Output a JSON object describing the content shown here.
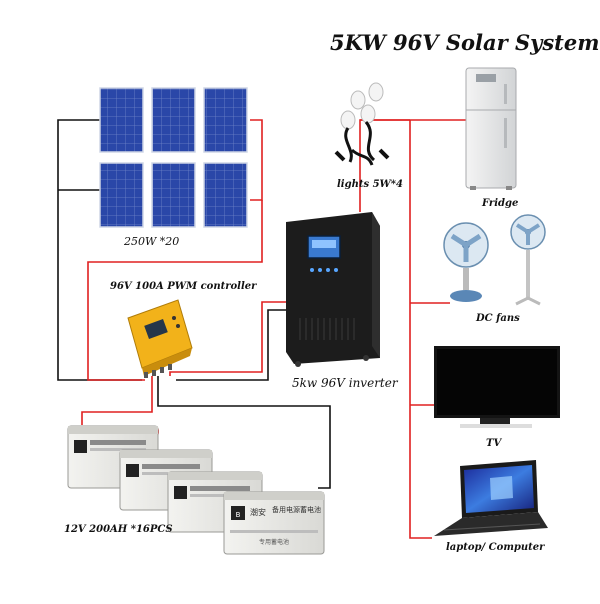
{
  "title": "5KW 96V Solar System",
  "labels": {
    "panels": "250W *20",
    "controller": "96V 100A PWM controller",
    "inverter": "5kw 96V inverter",
    "batteries": "12V 200AH *16PCS",
    "lights": "lights 5W*4",
    "fridge": "Fridge",
    "fans": "DC fans",
    "tv": "TV",
    "laptop": "laptop/ Computer"
  },
  "battery_text": {
    "brand": "潮安",
    "line1": "备用电源蓄电池",
    "line2": "专用蓄电池"
  },
  "colors": {
    "positive_wire": "#e02020",
    "negative_wire": "#111111",
    "panel_blue": "#2a47a8",
    "controller_yellow": "#f2b21a",
    "inverter_body": "#1c1c1c",
    "inverter_screen": "#3a7ad0",
    "battery_body": "#e9e9e6",
    "tv_frame": "#141414"
  },
  "icons": [
    "solar-panel-icon",
    "light-bulb-icon",
    "fridge-icon",
    "fan-icon",
    "tv-icon",
    "laptop-icon",
    "battery-icon",
    "inverter-icon",
    "controller-icon"
  ]
}
